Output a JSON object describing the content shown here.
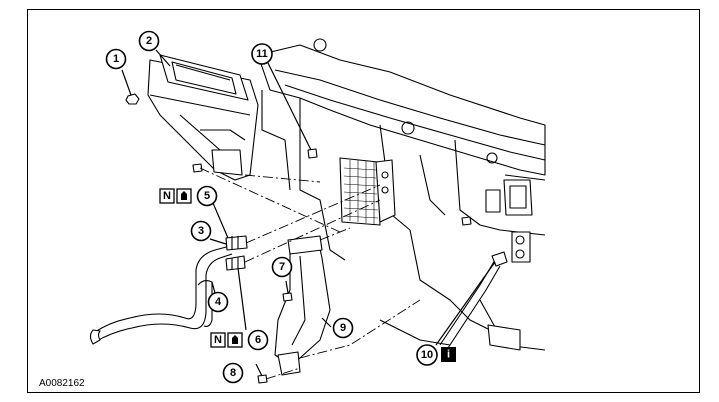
{
  "figure_id": "A0082162",
  "callouts": [
    "1",
    "2",
    "3",
    "4",
    "5",
    "6",
    "7",
    "8",
    "9",
    "10",
    "11"
  ],
  "note_icons": {
    "new_part_letter": "N",
    "info_letter": "i"
  },
  "icons": [
    "new-part-icon",
    "lubricate-icon",
    "info-icon"
  ]
}
